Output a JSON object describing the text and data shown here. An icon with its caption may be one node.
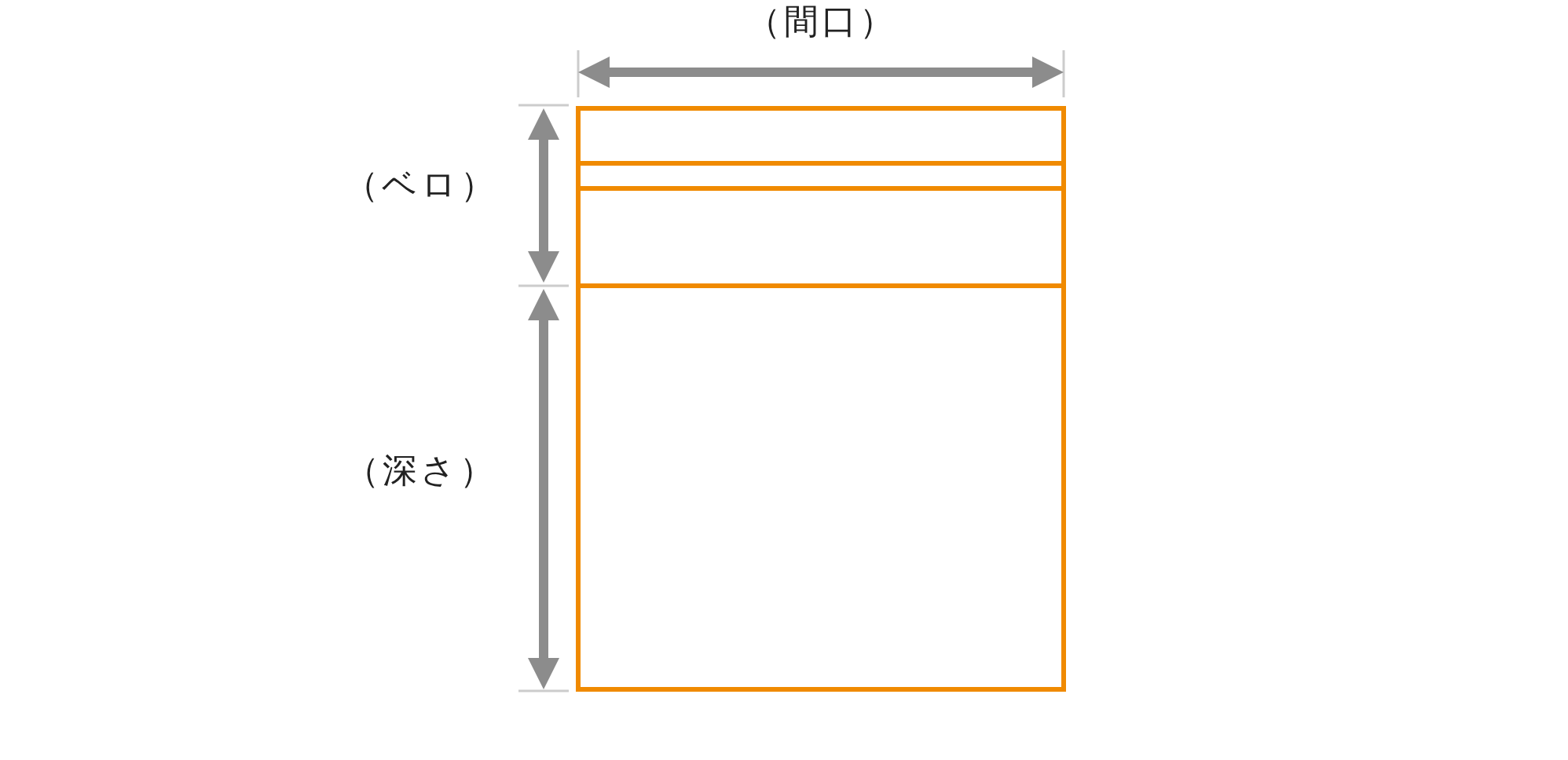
{
  "diagram": {
    "labels": [
      "（間口）",
      "（ベロ）",
      "（深さ）"
    ]
  }
}
